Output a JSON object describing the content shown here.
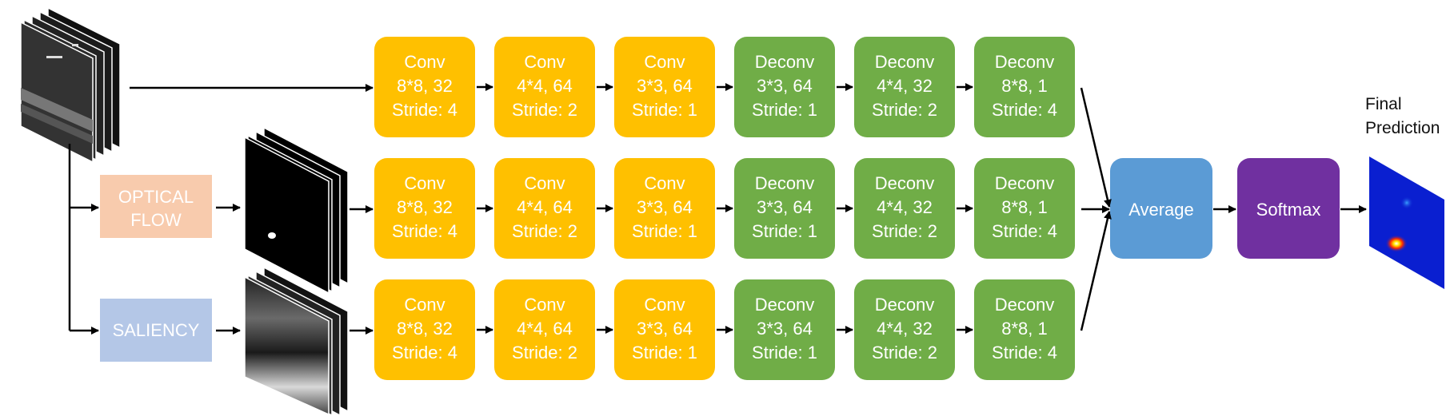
{
  "rows": [
    {
      "blocks": [
        {
          "kind": "conv",
          "lines": [
            "Conv",
            "8*8, 32",
            "Stride: 4"
          ]
        },
        {
          "kind": "conv",
          "lines": [
            "Conv",
            "4*4, 64",
            "Stride: 2"
          ]
        },
        {
          "kind": "conv",
          "lines": [
            "Conv",
            "3*3, 64",
            "Stride: 1"
          ]
        },
        {
          "kind": "deconv",
          "lines": [
            "Deconv",
            "3*3, 64",
            "Stride: 1"
          ]
        },
        {
          "kind": "deconv",
          "lines": [
            "Deconv",
            "4*4, 32",
            "Stride: 2"
          ]
        },
        {
          "kind": "deconv",
          "lines": [
            "Deconv",
            "8*8, 1",
            "Stride: 4"
          ]
        }
      ]
    },
    {
      "blocks": [
        {
          "kind": "conv",
          "lines": [
            "Conv",
            "8*8, 32",
            "Stride: 4"
          ]
        },
        {
          "kind": "conv",
          "lines": [
            "Conv",
            "4*4, 64",
            "Stride: 2"
          ]
        },
        {
          "kind": "conv",
          "lines": [
            "Conv",
            "3*3, 64",
            "Stride: 1"
          ]
        },
        {
          "kind": "deconv",
          "lines": [
            "Deconv",
            "3*3, 64",
            "Stride: 1"
          ]
        },
        {
          "kind": "deconv",
          "lines": [
            "Deconv",
            "4*4, 32",
            "Stride: 2"
          ]
        },
        {
          "kind": "deconv",
          "lines": [
            "Deconv",
            "8*8, 1",
            "Stride: 4"
          ]
        }
      ]
    },
    {
      "blocks": [
        {
          "kind": "conv",
          "lines": [
            "Conv",
            "8*8, 32",
            "Stride: 4"
          ]
        },
        {
          "kind": "conv",
          "lines": [
            "Conv",
            "4*4, 64",
            "Stride: 2"
          ]
        },
        {
          "kind": "conv",
          "lines": [
            "Conv",
            "3*3, 64",
            "Stride: 1"
          ]
        },
        {
          "kind": "deconv",
          "lines": [
            "Deconv",
            "3*3, 64",
            "Stride: 1"
          ]
        },
        {
          "kind": "deconv",
          "lines": [
            "Deconv",
            "4*4, 32",
            "Stride: 2"
          ]
        },
        {
          "kind": "deconv",
          "lines": [
            "Deconv",
            "8*8, 1",
            "Stride: 4"
          ]
        }
      ]
    }
  ],
  "preprocess": {
    "optical_flow": {
      "lines": [
        "OPTICAL",
        "FLOW"
      ]
    },
    "saliency": {
      "lines": [
        "SALIENCY"
      ]
    }
  },
  "merge": {
    "average_label": "Average",
    "softmax_label": "Softmax"
  },
  "output": {
    "lines": [
      "Final",
      "Prediction"
    ]
  },
  "colors": {
    "conv": "#FFC000",
    "deconv": "#70AD47",
    "average": "#5B9BD5",
    "softmax": "#7030A0",
    "optical_flow": "#F8CBAD",
    "saliency": "#B4C7E7",
    "arrow": "#000000"
  },
  "icons": {
    "input_frames": "game-frames-stack-icon",
    "flow_frames": "optical-flow-frames-icon",
    "saliency_frames": "saliency-frames-icon",
    "prediction": "heatmap-prediction-icon"
  }
}
